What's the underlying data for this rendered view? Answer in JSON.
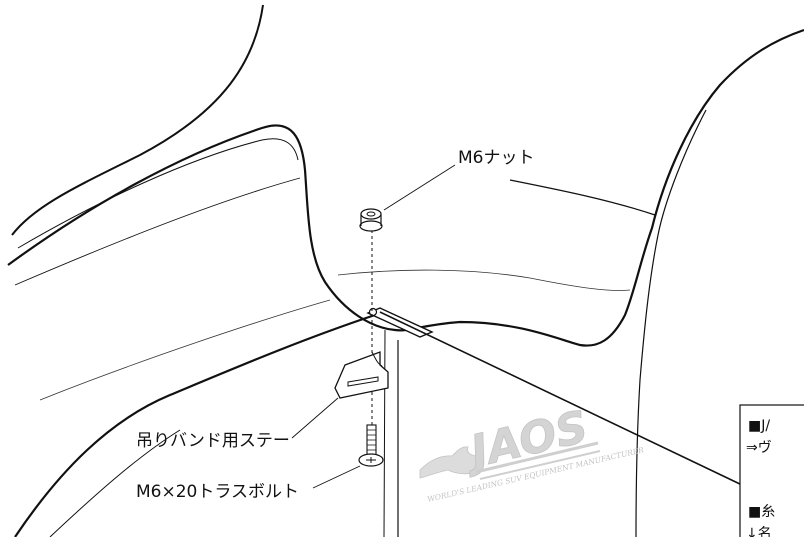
{
  "labels": {
    "nut": "M6ナット",
    "stay": "吊りバンド用ステー",
    "bolt": "M6×20トラスボルト"
  },
  "note_box": {
    "line1": "■J/",
    "line2": "⇒ヴ",
    "line3": "■糸",
    "line4": "↓名"
  },
  "logo": {
    "main": "JAOS",
    "sub": "WORLD'S LEADING SUV EQUIPMENT MANUFACTURER"
  }
}
